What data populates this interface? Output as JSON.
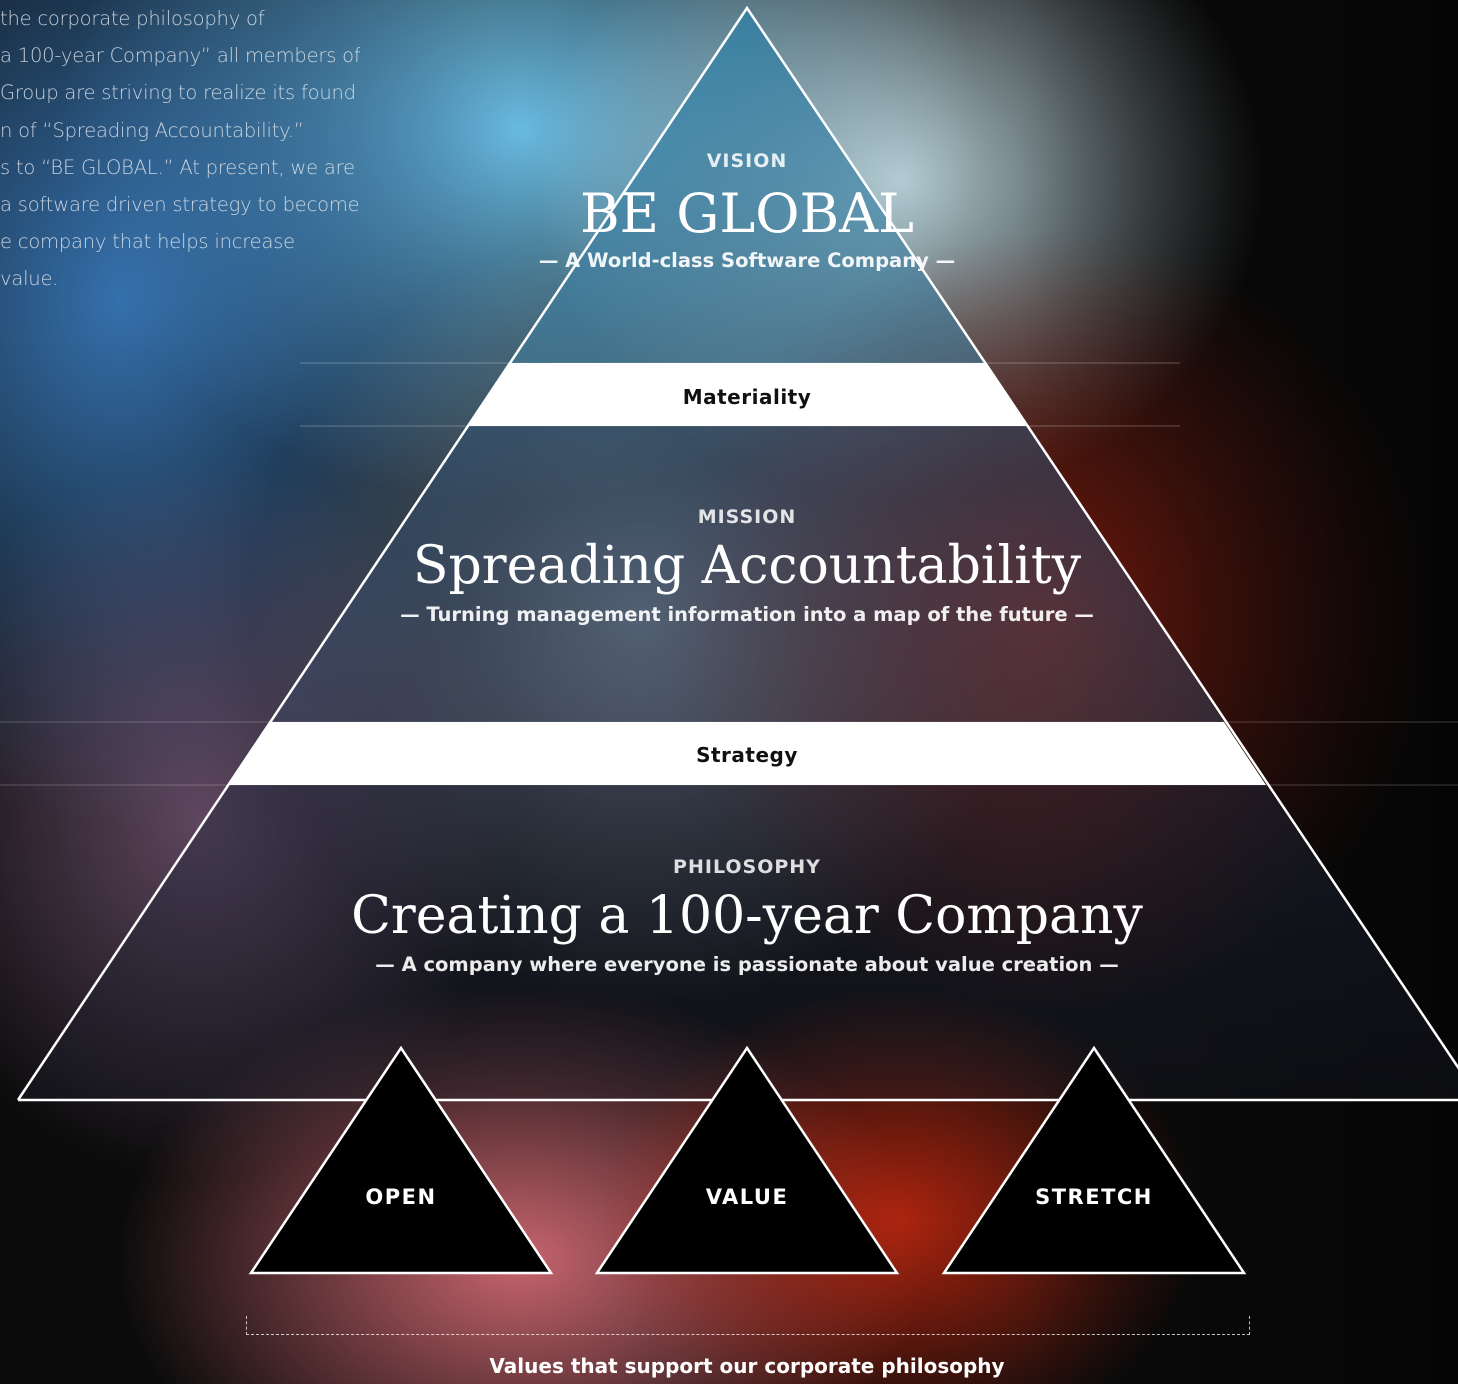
{
  "intro": {
    "lines": [
      "the corporate philosophy of",
      "a 100-year Company” all members of",
      "Group are striving to realize its found",
      "n of “Spreading Accountability.”",
      "s to “BE GLOBAL.” At present, we are",
      "a software driven strategy to become",
      "e company that helps increase",
      " value."
    ]
  },
  "vision": {
    "label": "VISION",
    "title": "BE GLOBAL",
    "subtitle": "— A World-class Software Company —"
  },
  "materiality": {
    "label": "Materiality"
  },
  "mission": {
    "label": "MISSION",
    "title": "Spreading Accountability",
    "subtitle": "— Turning management information into a map of the future —"
  },
  "strategy": {
    "label": "Strategy"
  },
  "philosophy": {
    "label": "PHILOSOPHY",
    "title": "Creating a 100-year Company",
    "subtitle": "— A company where everyone is passionate about value creation —"
  },
  "values": {
    "items": [
      "OPEN",
      "VALUE",
      "STRETCH"
    ],
    "caption": "Values that support our corporate philosophy"
  }
}
